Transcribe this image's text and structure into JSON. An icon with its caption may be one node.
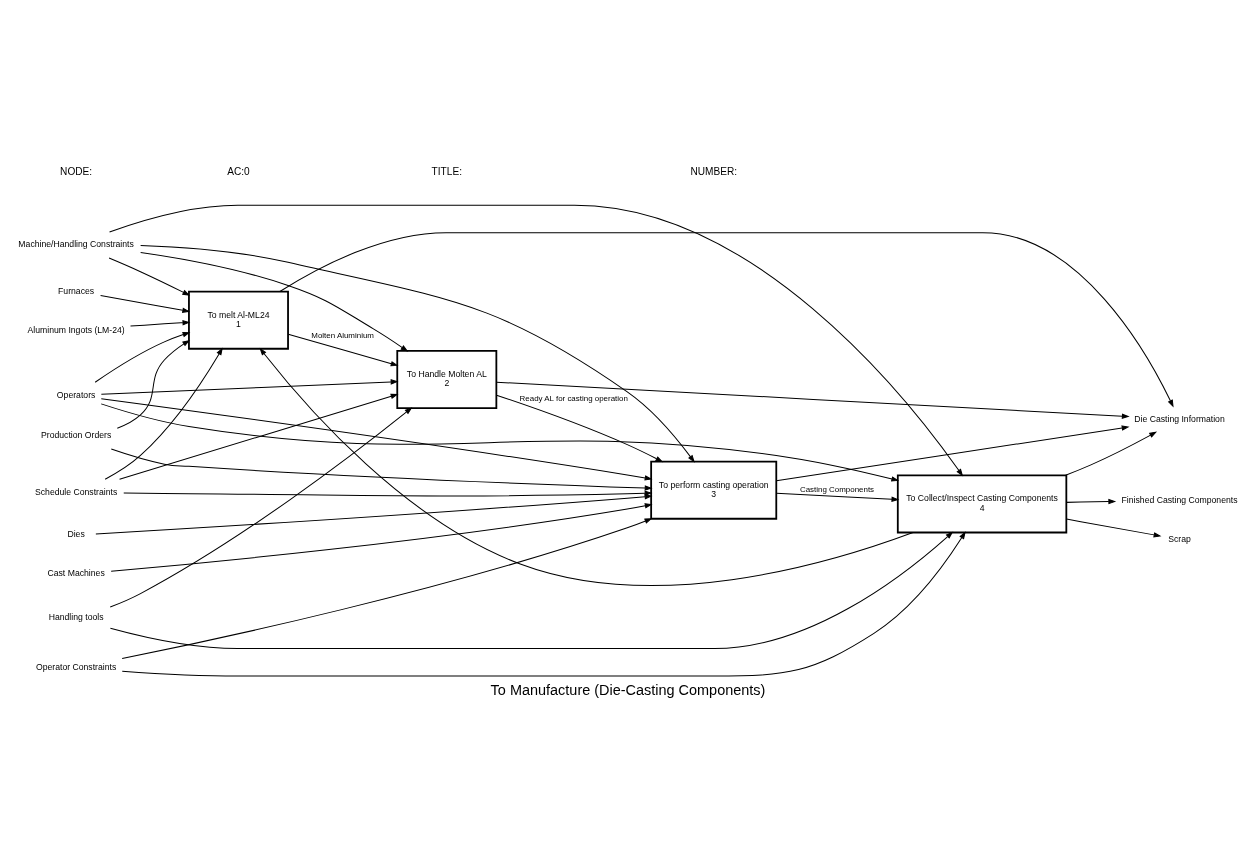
{
  "diagram": {
    "title": "To Manufacture (Die-Casting Components)",
    "nodes": [
      {
        "text": [
          "Machine/Handling Constraints"
        ]
      },
      {
        "text": [
          "Schedule Constraints"
        ]
      },
      {
        "text": [
          "Operator Constraints"
        ]
      },
      {
        "text": [
          "Aluminum Ingots (LM-24)"
        ]
      },
      {
        "text": [
          "Production Orders"
        ]
      },
      {
        "text": [
          "To melt Al-ML24",
          "1"
        ]
      },
      {
        "text": [
          "To Handle Molten AL",
          "2"
        ]
      },
      {
        "text": [
          "To perform casting operation",
          "3"
        ]
      },
      {
        "text": [
          "To Collect/Inspect Casting Components",
          "4"
        ]
      },
      {
        "text": [
          "Die Casting Information"
        ]
      },
      {
        "text": [
          "Finished Casting Components"
        ]
      },
      {
        "text": [
          "Scrap"
        ]
      },
      {
        "text": [
          "Furnaces"
        ]
      },
      {
        "text": [
          "Handling tools"
        ]
      },
      {
        "text": [
          "Cast Machines"
        ]
      },
      {
        "text": [
          "Dies"
        ]
      },
      {
        "text": [
          "Operators"
        ]
      }
    ],
    "edges": [
      {
        "from": 0,
        "to": 5,
        "arrow": "to"
      },
      {
        "from": 0,
        "to": 6,
        "arrow": "to"
      },
      {
        "from": 0,
        "to": 7,
        "arrow": "to"
      },
      {
        "from": 0,
        "to": 8,
        "arrow": "to"
      },
      {
        "from": 1,
        "to": 5,
        "arrow": "to"
      },
      {
        "from": 1,
        "to": 6,
        "arrow": "to"
      },
      {
        "from": 1,
        "to": 7,
        "arrow": "to"
      },
      {
        "from": 2,
        "to": 7,
        "arrow": "to"
      },
      {
        "from": 2,
        "to": 8,
        "arrow": "to"
      },
      {
        "from": 3,
        "to": 5,
        "arrow": "to"
      },
      {
        "from": 4,
        "to": 5,
        "arrow": "to"
      },
      {
        "from": 4,
        "to": 7,
        "arrow": "to"
      },
      {
        "from": 5,
        "to": 6,
        "arrow": "to",
        "label": "Molten Aluminium"
      },
      {
        "from": 5,
        "to": 9,
        "arrow": "to"
      },
      {
        "from": 6,
        "to": 7,
        "arrow": "to",
        "label": "Ready AL for casting operation"
      },
      {
        "from": 6,
        "to": 9,
        "arrow": "to"
      },
      {
        "from": 7,
        "to": 8,
        "arrow": "to",
        "label": "Casting Components"
      },
      {
        "from": 7,
        "to": 9,
        "arrow": "to"
      },
      {
        "from": 8,
        "to": 9,
        "arrow": "to"
      },
      {
        "from": 8,
        "to": 10,
        "arrow": "to"
      },
      {
        "from": 8,
        "to": 11,
        "arrow": "to"
      },
      {
        "from": 8,
        "to": 5,
        "arrow": "to"
      },
      {
        "from": 12,
        "to": 5,
        "arrow": "to"
      },
      {
        "from": 13,
        "to": 6,
        "arrow": "to"
      },
      {
        "from": 13,
        "to": 8,
        "arrow": "to"
      },
      {
        "from": 14,
        "to": 7,
        "arrow": "to"
      },
      {
        "from": 15,
        "to": 7,
        "arrow": "to"
      },
      {
        "from": 16,
        "to": 8,
        "arrow": "to"
      },
      {
        "from": 16,
        "to": 7,
        "arrow": "to"
      },
      {
        "from": 16,
        "to": 6,
        "arrow": "to"
      },
      {
        "from": 16,
        "to": 5,
        "arrow": "to"
      }
    ],
    "labels": [
      "NODE:",
      "AC:0",
      "TITLE:",
      "NUMBER:"
    ]
  }
}
